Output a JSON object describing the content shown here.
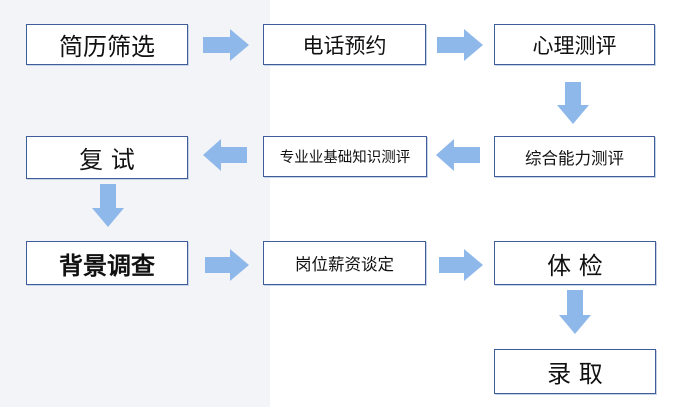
{
  "nodes": {
    "resume_screening": "简历筛选",
    "phone_appointment": "电话预约",
    "psych_test": "心理测评",
    "comprehensive_test": "综合能力测评",
    "professional_test": "专业业基础知识测评",
    "second_interview": "复 试",
    "background_check": "背景调查",
    "salary_talk": "岗位薪资谈定",
    "physical_exam": "体 检",
    "hired": "录 取"
  },
  "colors": {
    "box_border": "#3e5d9a",
    "arrow_fill": "#8fb8ea",
    "text": "#111111"
  }
}
